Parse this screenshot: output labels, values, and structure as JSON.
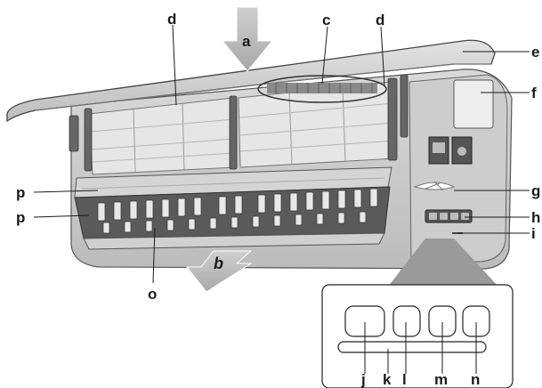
{
  "labels": {
    "a": "a",
    "b": "b",
    "c": "c",
    "d1": "d",
    "d2": "d",
    "e": "e",
    "f": "f",
    "g": "g",
    "h": "h",
    "i": "i",
    "j": "j",
    "k": "k",
    "l": "l",
    "m": "m",
    "n": "n",
    "o": "o",
    "p1": "p",
    "p2": "p"
  },
  "colors": {
    "body": "#c9c9c9",
    "body_dark": "#9a9a9a",
    "panel": "#d6d6d6",
    "filter": "#e3e3e3",
    "arrow": "#b0b0b0",
    "ink": "#1a1a1a"
  }
}
